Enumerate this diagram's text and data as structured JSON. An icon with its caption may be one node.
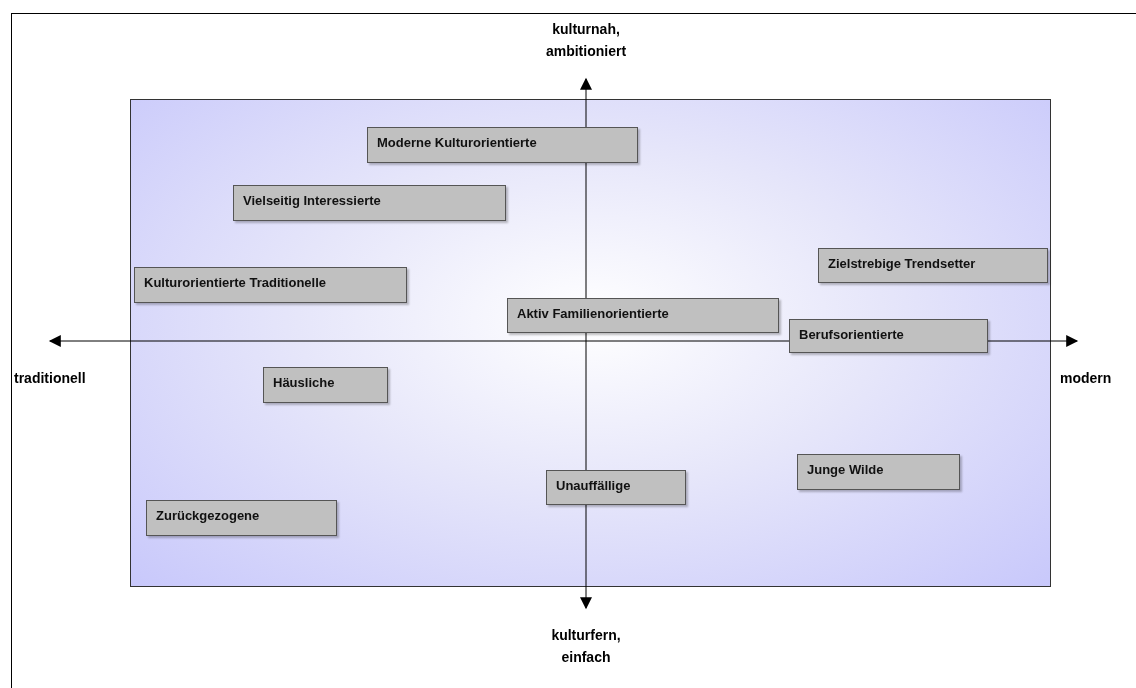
{
  "diagram": {
    "nodes": [
      {
        "text": [
          "Moderne Kulturorientierte"
        ]
      },
      {
        "text": [
          "Vielseitig Interessierte"
        ]
      },
      {
        "text": [
          "Zielstrebige Trendsetter"
        ]
      },
      {
        "text": [
          "Kulturorientierte Traditionelle"
        ]
      },
      {
        "text": [
          "Aktiv Familienorientierte"
        ]
      },
      {
        "text": [
          "Berufsorientierte"
        ]
      },
      {
        "text": [
          "Häusliche"
        ]
      },
      {
        "text": [
          "Junge Wilde"
        ]
      },
      {
        "text": [
          "Unauffällige"
        ]
      },
      {
        "text": [
          "Zurückgezogene"
        ]
      }
    ],
    "labels": [
      "kulturnah, ambitioniert",
      "traditionell",
      "modern",
      "kulturfern, einfach"
    ]
  }
}
